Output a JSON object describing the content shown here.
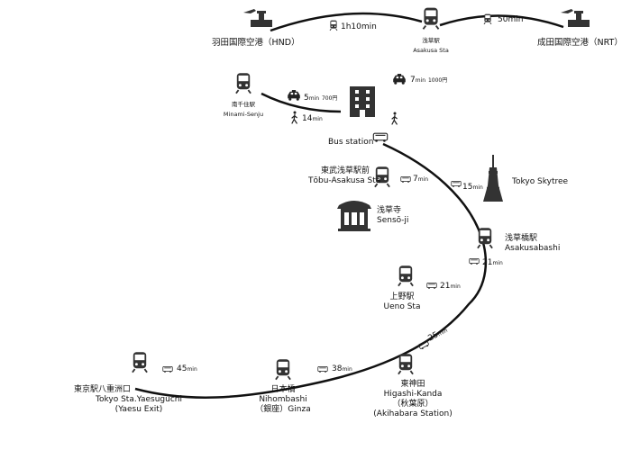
{
  "places": {
    "haneda": {
      "label": "羽田国際空港（HND）"
    },
    "asakusa": {
      "ja": "浅草駅",
      "en": "Asakusa Sta"
    },
    "narita": {
      "label": "成田国際空港（NRT）"
    },
    "minami_senju": {
      "ja": "南千住駅",
      "en": "Minami-Senju"
    },
    "bus_station": {
      "label": "Bus station"
    },
    "tobu_asakusa": {
      "ja": "東武浅草駅前",
      "en": "Tōbu-Asakusa Sta"
    },
    "tokyo_skytree": {
      "label": "Tokyo Skytree"
    },
    "sensoji": {
      "ja": "浅草寺",
      "en": "Sensō-ji"
    },
    "asakusabashi": {
      "ja": "浅草橋駅",
      "en": "Asakusabashi"
    },
    "ueno": {
      "ja": "上野駅",
      "en": "Ueno Sta"
    },
    "higashi_kanda": {
      "ja": "東神田",
      "en": "Higashi-Kanda",
      "alt_ja": "（秋葉原）",
      "alt_en": "(Akihabara Station)"
    },
    "nihombashi": {
      "ja": "日本橋",
      "en": "Nihombashi",
      "alt": "（銀座）Ginza"
    },
    "tokyo_yaesu": {
      "ja": "東京駅八重洲口",
      "en": "Tokyo Sta.Yaesuguchi",
      "alt": "(Yaesu Exit)"
    }
  },
  "routes": {
    "haneda_asakusa": {
      "time": "1h10min"
    },
    "asakusa_narita": {
      "time": "50min"
    },
    "asakusa_hotel_taxi": {
      "num": "7",
      "unit": "min",
      "fare": "1000円"
    },
    "minami_hotel_taxi": {
      "num": "5",
      "unit": "min",
      "fare": "700円"
    },
    "minami_hotel_walk": {
      "num": "14",
      "unit": "min"
    },
    "tobu": {
      "num": "7",
      "unit": "min"
    },
    "skytree": {
      "num": "15",
      "unit": "min"
    },
    "asakusabashi": {
      "num": "21",
      "unit": "min"
    },
    "ueno": {
      "num": "21",
      "unit": "min"
    },
    "higashi_kanda": {
      "num": "25",
      "unit": "min"
    },
    "nihombashi": {
      "num": "38",
      "unit": "min"
    },
    "tokyo_yaesu": {
      "num": "45",
      "unit": "min"
    }
  }
}
